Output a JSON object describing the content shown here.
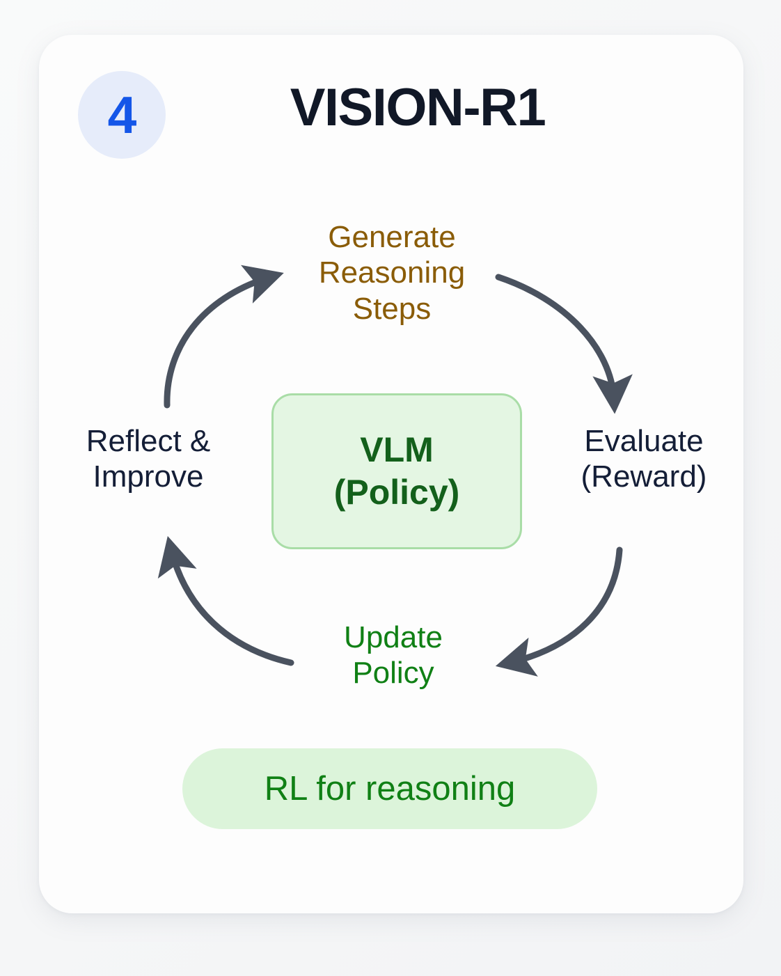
{
  "card": {
    "step_number": "4",
    "title": "VISION-R1"
  },
  "cycle": {
    "nodes": [
      {
        "id": "generate",
        "label": "Generate\nReasoning\nSteps",
        "color": "#8a5c07"
      },
      {
        "id": "evaluate",
        "label": "Evaluate\n(Reward)",
        "color": "#141e37"
      },
      {
        "id": "update",
        "label": "Update\nPolicy",
        "color": "#108015"
      },
      {
        "id": "reflect",
        "label": "Reflect &\nImprove",
        "color": "#141e37"
      }
    ],
    "center": {
      "line1": "VLM",
      "line2": "(Policy)",
      "bg": "#e4f6e3",
      "border": "#a9dda7",
      "text_color": "#13601b"
    },
    "arrows": {
      "color": "#4a525f",
      "count": 4,
      "direction": "clockwise"
    }
  },
  "footer": {
    "pill_label": "RL for reasoning",
    "pill_bg": "#dcf4da",
    "pill_text_color": "#108015"
  },
  "theme": {
    "page_bg": "#f5f6f7",
    "card_bg": "#fdfdfd",
    "badge_bg": "#e6ecfa",
    "badge_text": "#1456e8",
    "title_color": "#111827"
  }
}
